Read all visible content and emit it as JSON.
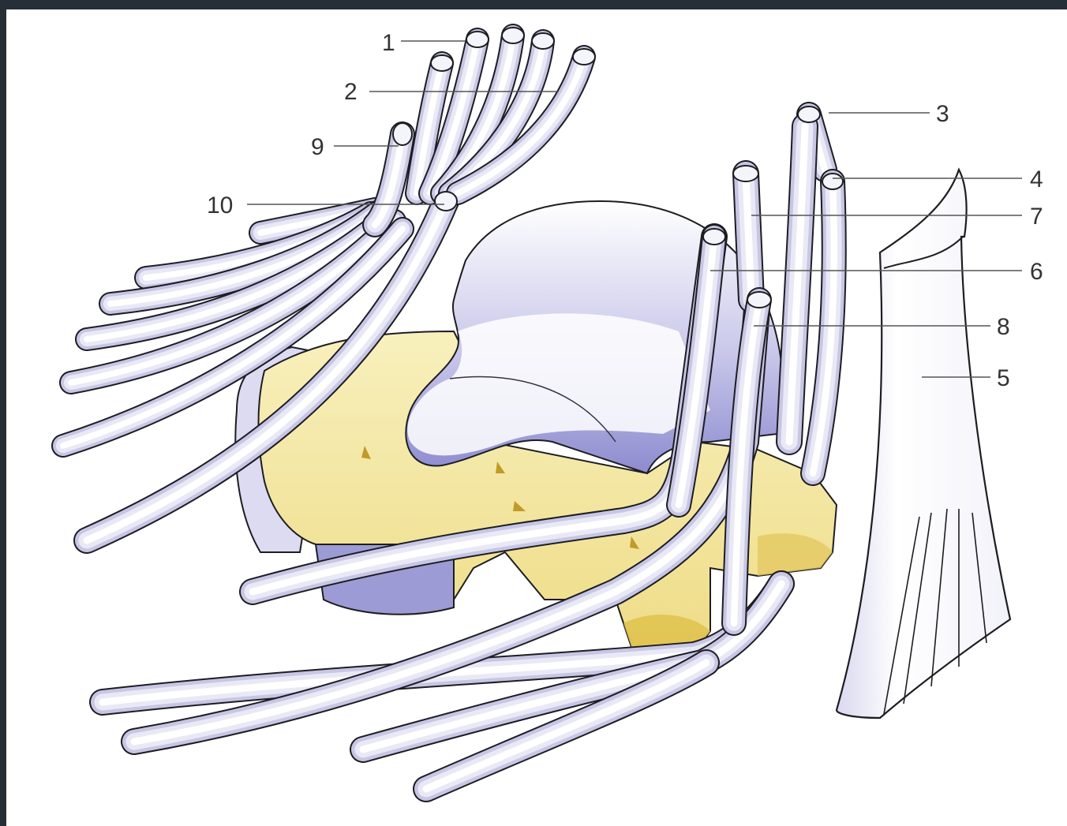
{
  "diagram": {
    "labels": [
      {
        "id": "1",
        "text": "1"
      },
      {
        "id": "2",
        "text": "2"
      },
      {
        "id": "3",
        "text": "3"
      },
      {
        "id": "4",
        "text": "4"
      },
      {
        "id": "5",
        "text": "5"
      },
      {
        "id": "6",
        "text": "6"
      },
      {
        "id": "7",
        "text": "7"
      },
      {
        "id": "8",
        "text": "8"
      },
      {
        "id": "9",
        "text": "9"
      },
      {
        "id": "10",
        "text": "10"
      }
    ],
    "colors": {
      "background": "#262e38",
      "tendon_fill": "#e9e9f6",
      "tendon_shade": "#c7c6e4",
      "bone_yellow": "#f3e7a0",
      "bone_yellow_dark": "#e2c85a",
      "cartilage_lavender": "#9c9ad6",
      "outline": "#1d1d22"
    }
  }
}
